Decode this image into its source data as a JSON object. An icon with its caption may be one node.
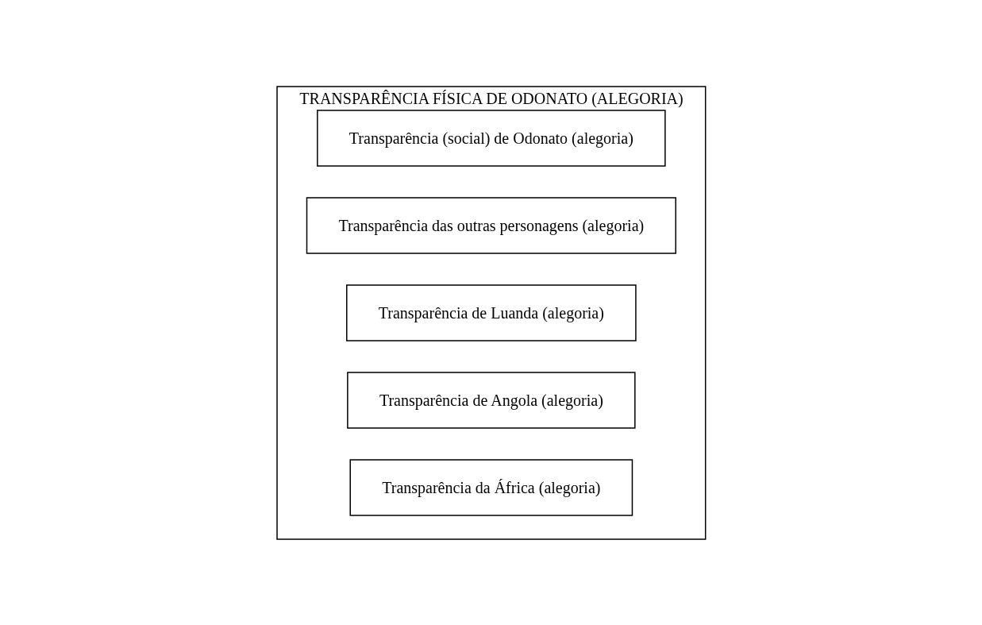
{
  "diagram": {
    "nodes": [
      {
        "text": [
          "TRANSPARÊNCIA FÍSICA DE ODONATO (ALEGORIA)"
        ]
      },
      {
        "text": [
          "Transparência (social) de Odonato (alegoria)"
        ],
        "in": 0
      },
      {
        "text": [
          "Transparência das outras personagens (alegoria)"
        ],
        "in": 0
      },
      {
        "text": [
          "Transparência de Luanda (alegoria)"
        ],
        "in": 0
      },
      {
        "text": [
          "Transparência de Angola (alegoria)"
        ],
        "in": 0
      },
      {
        "text": [
          "Transparência da África (alegoria)"
        ],
        "in": 0
      }
    ]
  }
}
